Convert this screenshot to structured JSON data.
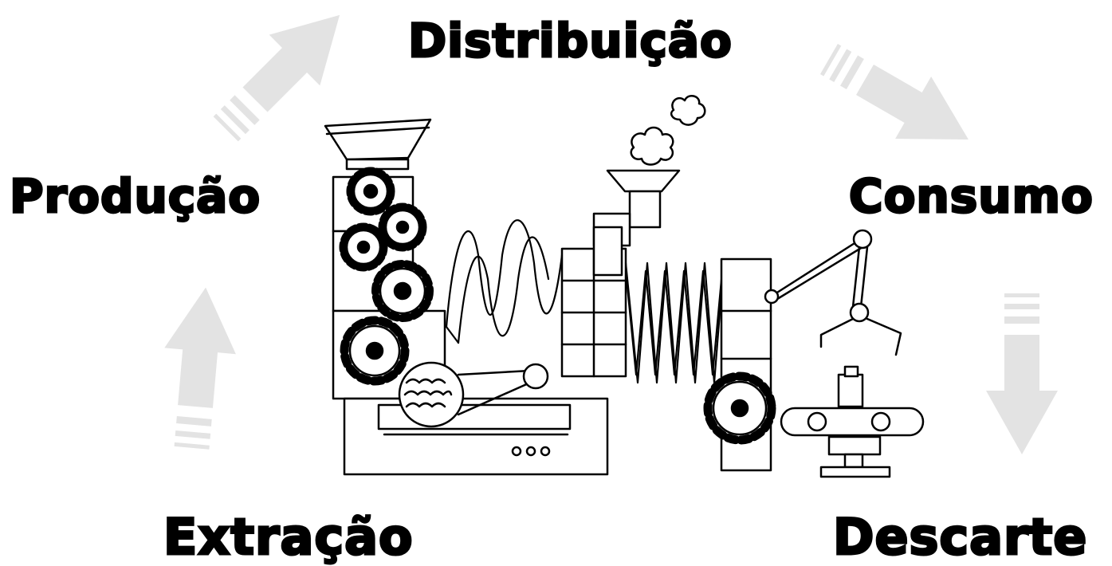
{
  "cycle": {
    "stages": {
      "extraction": "Extração",
      "production": "Produção",
      "distribution": "Distribuição",
      "consumption": "Consumo",
      "disposal": "Descarte"
    }
  },
  "colors": {
    "arrow": "#e3e3e3",
    "ink": "#000000",
    "background": "#ffffff"
  },
  "icons": [
    "cycle-arrow-icon",
    "factory-machine-illustration",
    "gear-icon",
    "smoke-icon",
    "robot-arm-icon",
    "conveyor-belt-icon"
  ]
}
